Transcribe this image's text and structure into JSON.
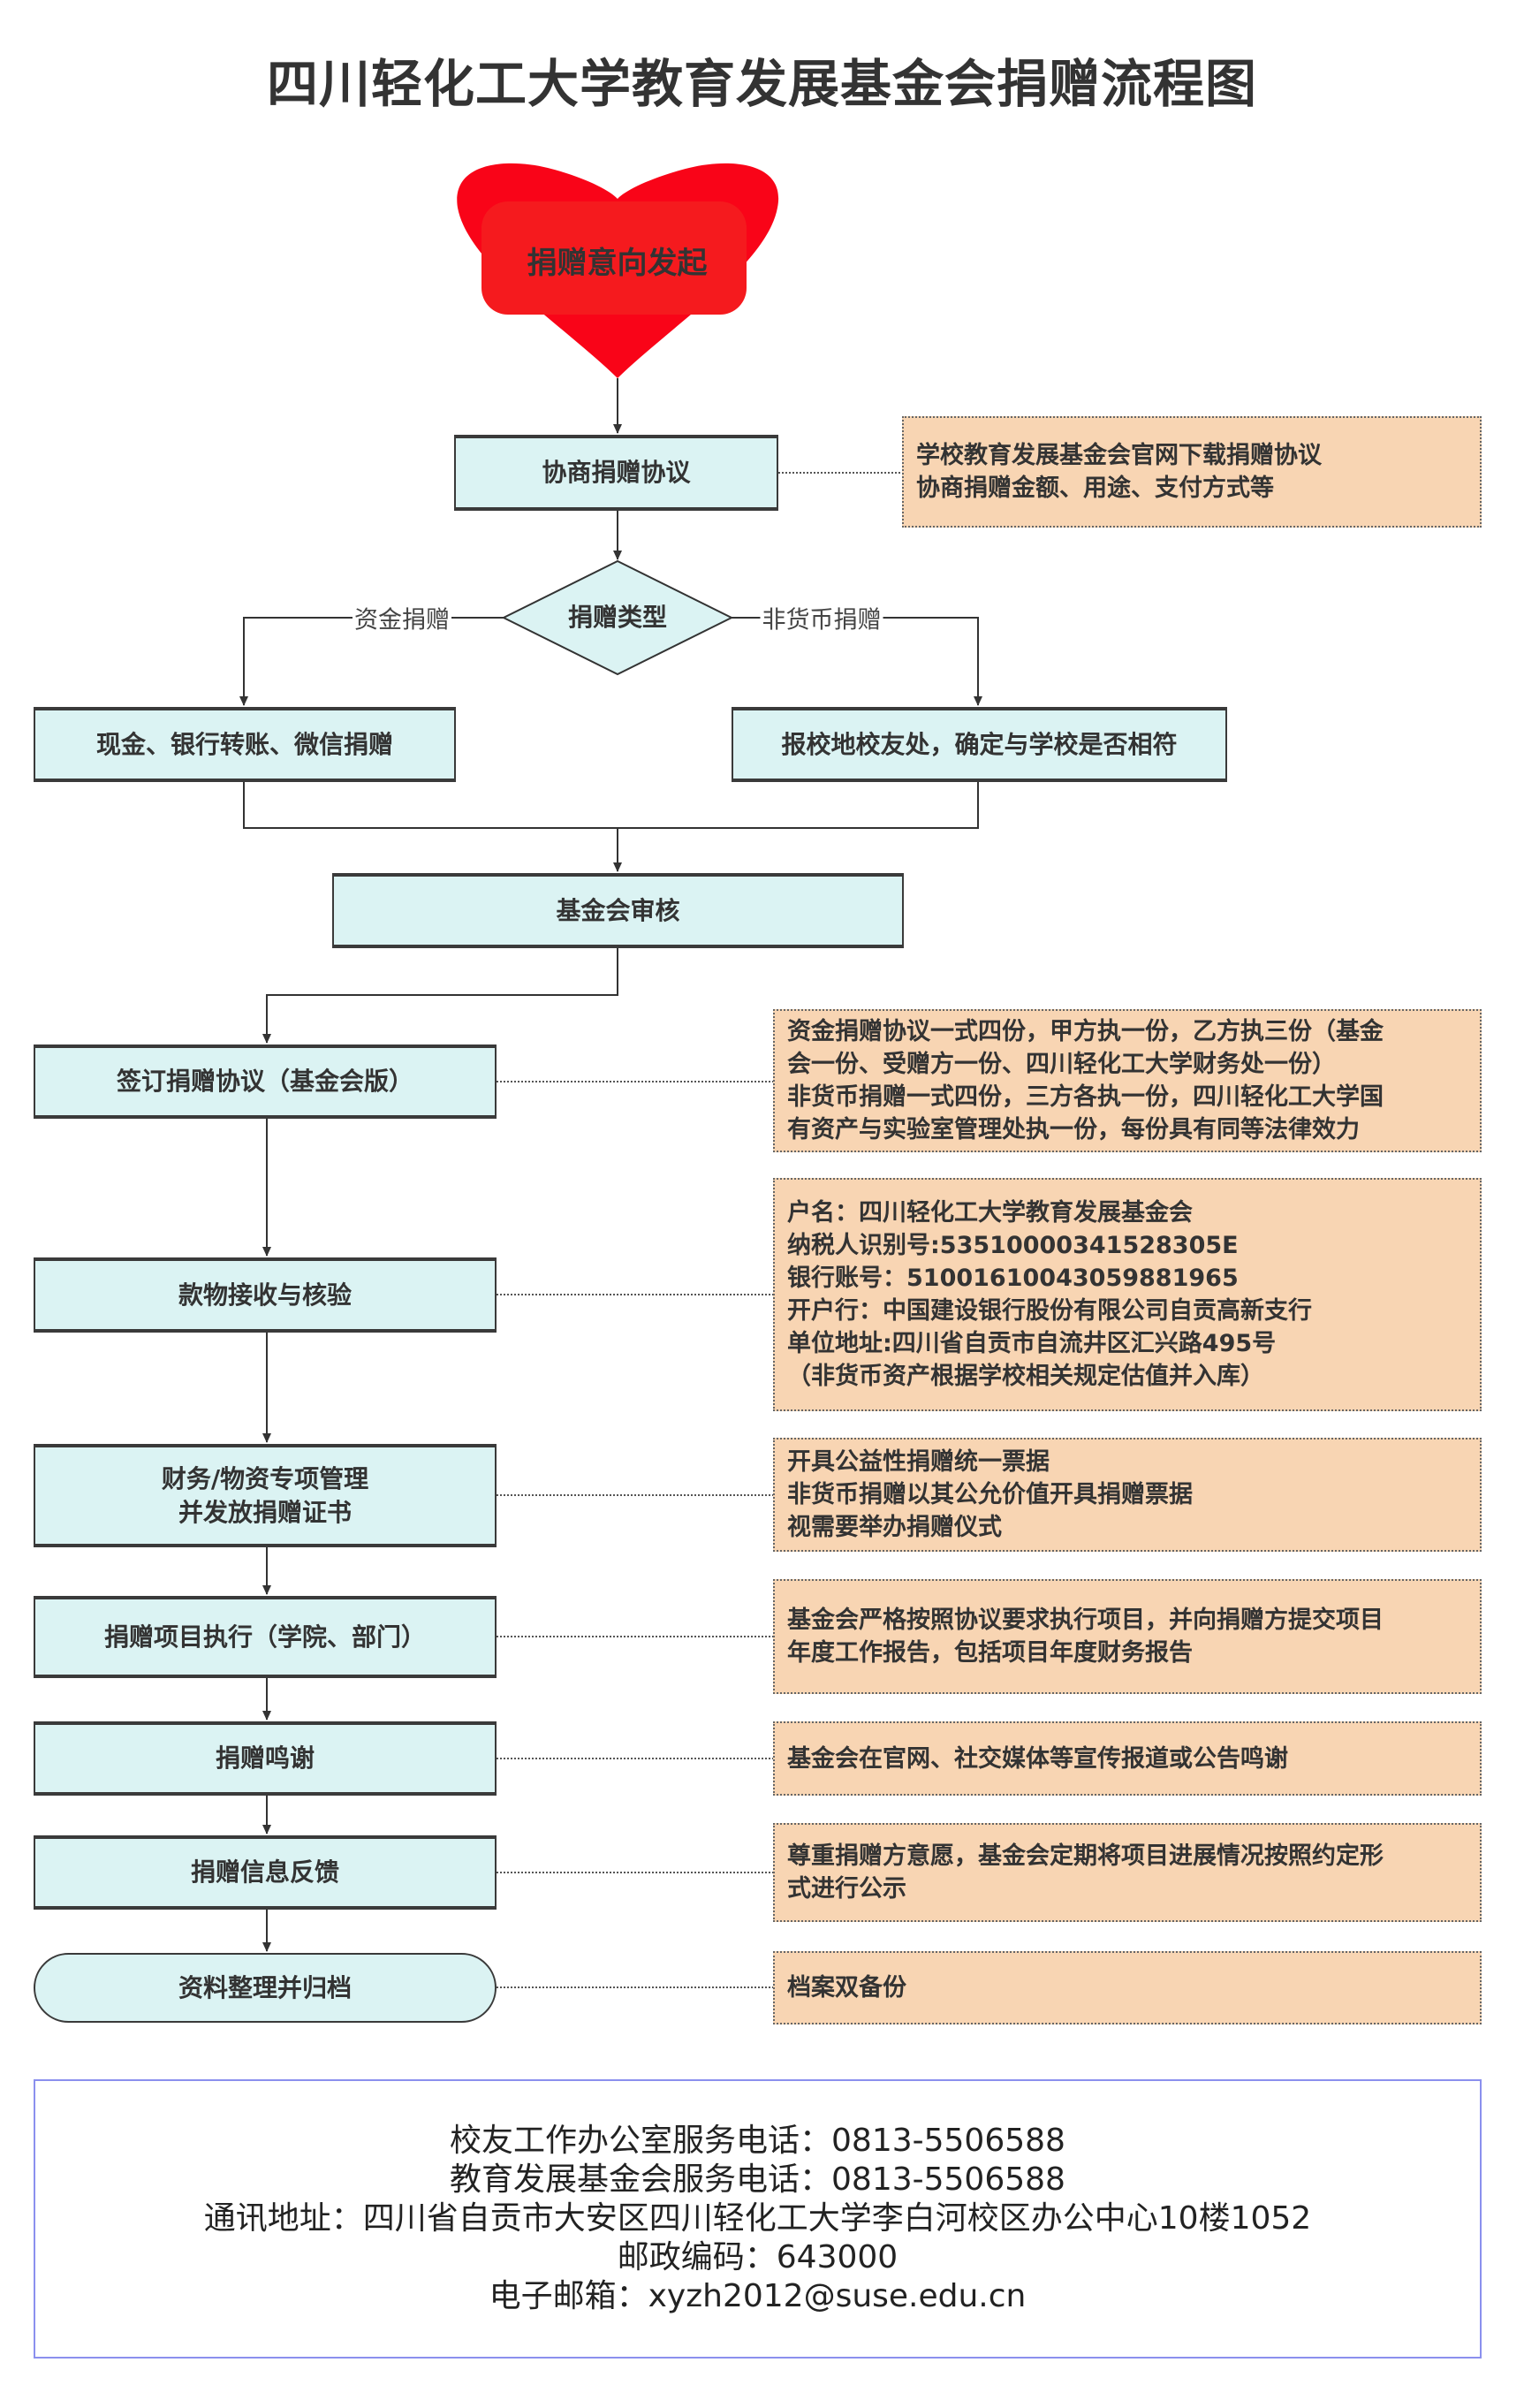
{
  "title": "四川轻化工大学教育发展基金会捐赠流程图",
  "start": {
    "label": "捐赠意向发起"
  },
  "colors": {
    "heart": "#f90418",
    "heart_inner": "#f51a1e",
    "box_fill": "#dbf3f3",
    "note_fill": "#f8d5b3",
    "footer_border": "#8b90ee"
  },
  "steps": {
    "negotiate": "协商捐赠协议",
    "decision": "捐赠类型",
    "branch_left_label": "资金捐赠",
    "branch_right_label": "非货币捐赠",
    "cash": "现金、银行转账、微信捐赠",
    "non_cash": "报校地校友处，确定与学校是否相符",
    "review": "基金会审核",
    "sign": "签订捐赠协议（基金会版）",
    "receive": "款物接收与核验",
    "manage_line1": "财务/物资专项管理",
    "manage_line2": "并发放捐赠证书",
    "execute": "捐赠项目执行（学院、部门）",
    "thanks": "捐赠鸣谢",
    "feedback": "捐赠信息反馈",
    "archive": "资料整理并归档"
  },
  "notes": {
    "negotiate": [
      "学校教育发展基金会官网下载捐赠协议",
      "协商捐赠金额、用途、支付方式等"
    ],
    "sign": [
      "资金捐赠协议一式四份，甲方执一份，乙方执三份（基金",
      "会一份、受赠方一份、四川轻化工大学财务处一份）",
      "非货币捐赠一式四份，三方各执一份，四川轻化工大学国",
      "有资产与实验室管理处执一份，每份具有同等法律效力"
    ],
    "receive": [
      "户名：四川轻化工大学教育发展基金会",
      "纳税人识别号:53510000341528305E",
      "银行账号：51001610043059881965",
      "开户行：中国建设银行股份有限公司自贡高新支行",
      "单位地址:四川省自贡市自流井区汇兴路495号",
      "（非货币资产根据学校相关规定估值并入库）"
    ],
    "manage": [
      "开具公益性捐赠统一票据",
      "非货币捐赠以其公允价值开具捐赠票据",
      "视需要举办捐赠仪式"
    ],
    "execute": [
      "基金会严格按照协议要求执行项目，并向捐赠方提交项目",
      "年度工作报告，包括项目年度财务报告"
    ],
    "thanks": [
      "基金会在官网、社交媒体等宣传报道或公告鸣谢"
    ],
    "feedback": [
      "尊重捐赠方意愿，基金会定期将项目进展情况按照约定形",
      "式进行公示"
    ],
    "archive": [
      "档案双备份"
    ]
  },
  "footer": {
    "line1": "校友工作办公室服务电话：0813-5506588",
    "line2": "教育发展基金会服务电话：0813-5506588",
    "line3": "通讯地址：四川省自贡市大安区四川轻化工大学李白河校区办公中心10楼1052",
    "line4": "邮政编码：643000",
    "line5": "电子邮箱：xyzh2012@suse.edu.cn"
  }
}
